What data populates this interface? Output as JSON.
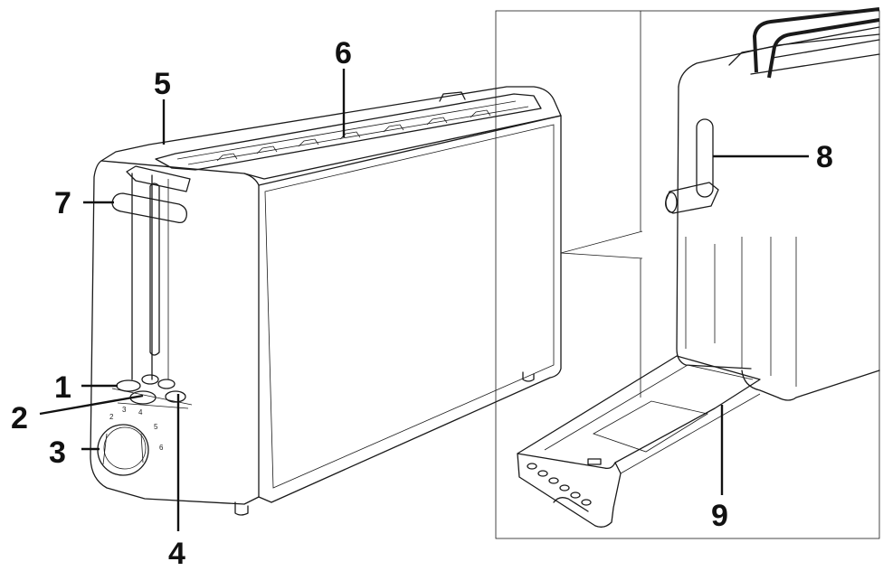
{
  "callouts": [
    {
      "id": "1",
      "label": "1"
    },
    {
      "id": "2",
      "label": "2"
    },
    {
      "id": "3",
      "label": "3"
    },
    {
      "id": "4",
      "label": "4"
    },
    {
      "id": "5",
      "label": "5"
    },
    {
      "id": "6",
      "label": "6"
    },
    {
      "id": "7",
      "label": "7"
    },
    {
      "id": "8",
      "label": "8"
    },
    {
      "id": "9",
      "label": "9"
    }
  ],
  "dial_numbers": [
    "2",
    "3",
    "4",
    "5",
    "6"
  ],
  "colors": {
    "line": "#1a1a1a",
    "background": "#ffffff"
  }
}
